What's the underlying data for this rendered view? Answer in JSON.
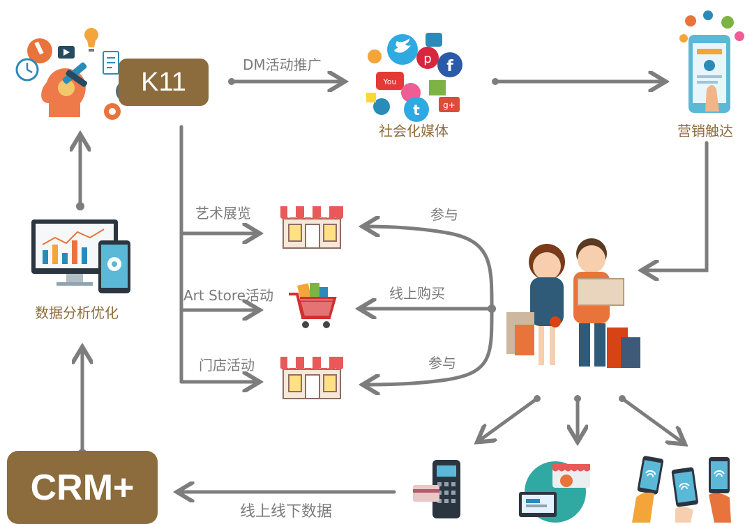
{
  "nodes": {
    "k11": "K11",
    "crm": "CRM+",
    "social_media": "社会化媒体",
    "marketing_reach": "营销触达",
    "data_analysis": "数据分析优化"
  },
  "edges": {
    "dm_promo": "DM活动推广",
    "art_exhibition": "艺术展览",
    "art_store": "Art Store活动",
    "store_event": "门店活动",
    "participate_top": "参与",
    "online_purchase": "线上购买",
    "participate_bottom": "参与",
    "online_offline_data": "线上线下数据"
  },
  "colors": {
    "accent_brown": "#8c6c3c",
    "arrow_gray": "#7d7d7d",
    "label_brown": "#8c6b3a"
  }
}
